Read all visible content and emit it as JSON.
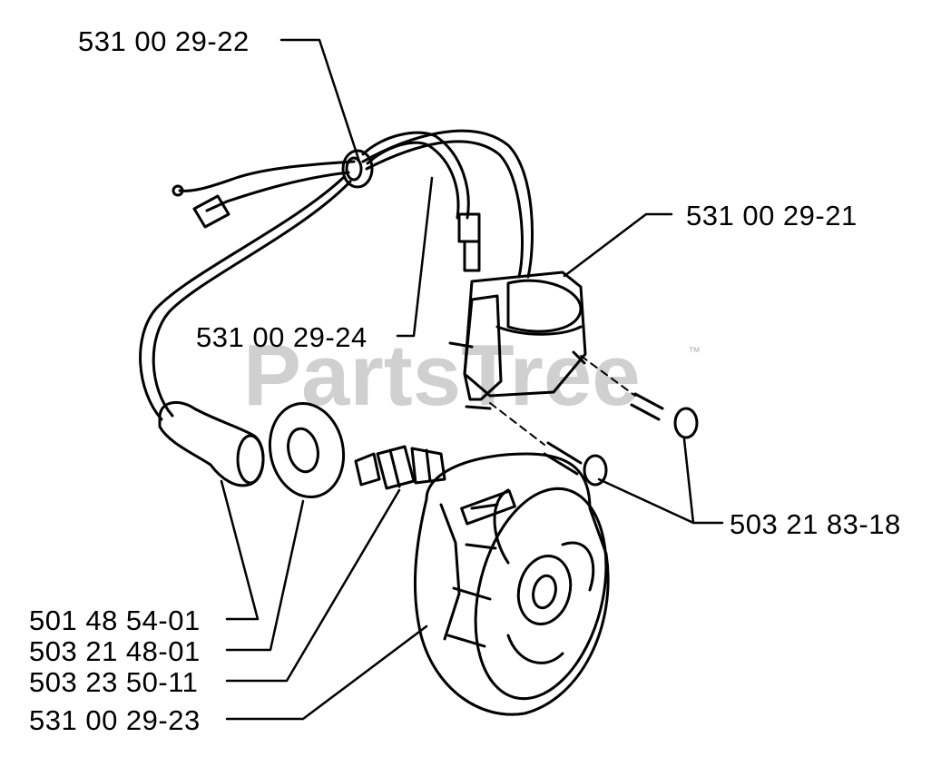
{
  "part_labels": {
    "p_531_00_29_22": "531 00 29-22",
    "p_531_00_29_21": "531 00 29-21",
    "p_531_00_29_24": "531 00 29-24",
    "p_503_21_83_18": "503 21 83-18",
    "p_501_48_54_01": "501 48 54-01",
    "p_503_21_48_01": "503 21 48-01",
    "p_503_23_50_11": "503 23 50-11",
    "p_531_00_29_23": "531 00 29-23"
  },
  "watermark": {
    "text": "PartsTree",
    "trademark": "™"
  }
}
